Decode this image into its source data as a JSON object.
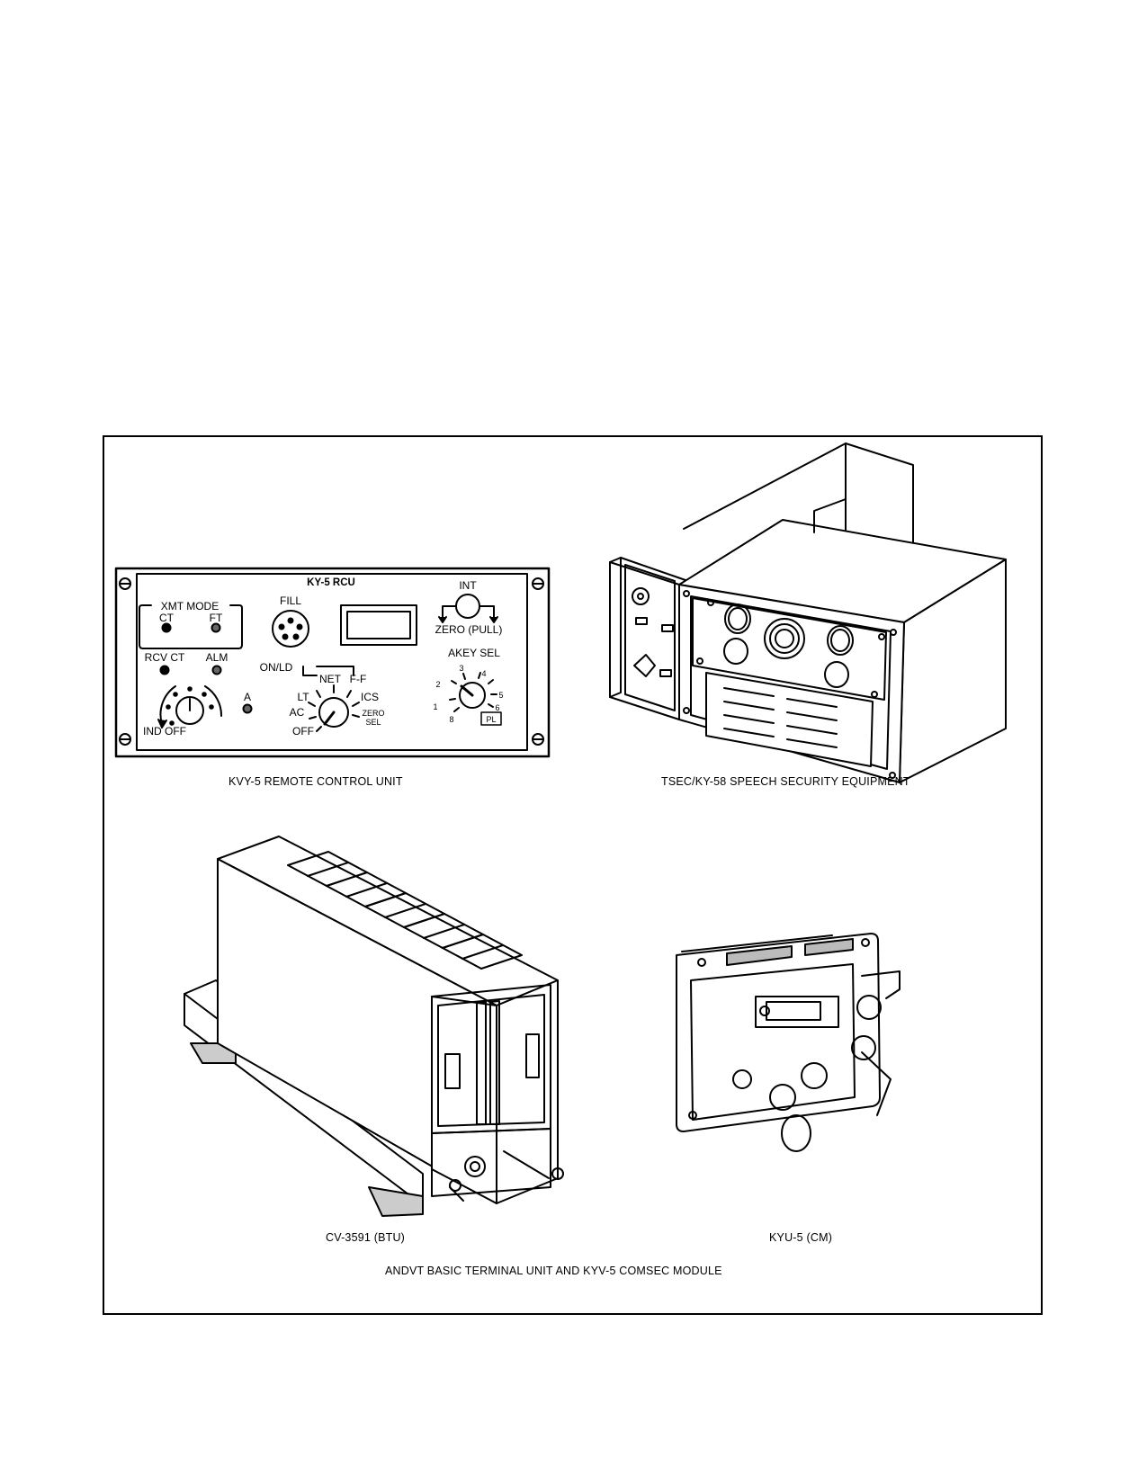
{
  "figure": {
    "caption": "ANDVT BASIC TERMINAL UNIT AND KYV-5 COMSEC MODULE"
  },
  "units": [
    {
      "caption": "KVY-5 REMOTE CONTROL UNIT"
    },
    {
      "caption": "TSEC/KY-58 SPEECH SECURITY EQUIPMENT"
    },
    {
      "caption": "CV-3591 (BTU)"
    },
    {
      "caption": "KYU-5 (CM)"
    }
  ],
  "rcu_panel": {
    "title": "KY-5 RCU",
    "xmt_mode": "XMT MODE",
    "ct": "CT",
    "ft": "FT",
    "fill": "FILL",
    "int": "INT",
    "zero_pull": "ZERO (PULL)",
    "rcv_ct": "RCV CT",
    "alm": "ALM",
    "akey_sel": "AKEY SEL",
    "on_ld": "ON/LD",
    "net": "NET",
    "ff": "F-F",
    "a": "A",
    "lt": "LT",
    "ics": "ICS",
    "ac": "AC",
    "zero": "ZERO",
    "sel": "SEL",
    "off": "OFF",
    "ind_off": "IND OFF",
    "pos_1": "1",
    "pos_2": "2",
    "pos_3": "3",
    "pos_4": "4",
    "pos_5": "5",
    "pos_6": "6",
    "pos_8": "8",
    "pl": "PL"
  }
}
